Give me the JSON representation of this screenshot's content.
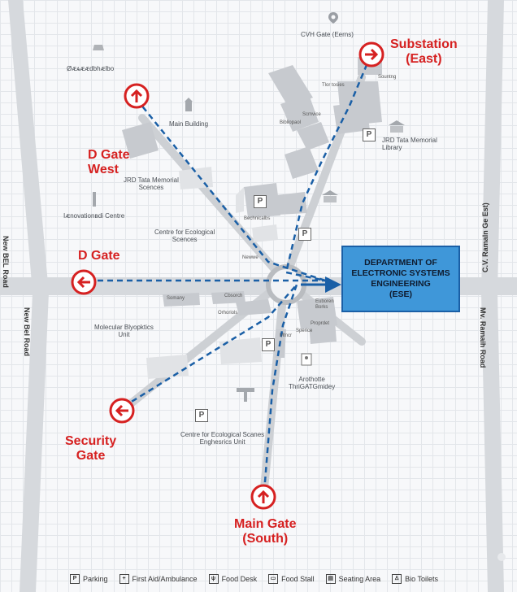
{
  "gates": {
    "substation": "Substation\n(East)",
    "d_gate_west": "D Gate\nWest",
    "d_gate": "D Gate",
    "security_gate": "Security\nGate",
    "main_gate": "Main Gate\n(South)"
  },
  "destination": {
    "line1": "DEPARTMENT OF",
    "line2": "ELECTRONIC SYSTEMS",
    "line3": "ENGINEERING",
    "line4": "(ESE)"
  },
  "roads": {
    "left_top": "New BEL Road",
    "left_bottom": "New Bel Road",
    "right_top": "C.V. Ramaln Ge Est)",
    "right_bottom": "Mv. Ramaih Road"
  },
  "places": {
    "cvh_gate": "CVH Gate (Eerns)",
    "top_left": "Øᴁѧᴁᴁdbhᴁlbo",
    "main_building": "Main Building",
    "jrd_right": "JRD Tata Memorial\nLibrary",
    "jrd_left": "JRD Tata Memorial\nScences",
    "innovation": "Iᴁnovationвdi Centre",
    "centre_ecological": "Centre for Ecological\nScences",
    "molecular": "Molecular Blyopktics\nUnit",
    "archotte": "Arothotte\nThriGATGmidey",
    "ces_unit": "Centre for Ecological Scanes\nEnghesrics Unit",
    "tiny_tlm": "Tlor tosies",
    "tiny_sounting": "Sountng",
    "tiny_biblio": "Bibliopaol",
    "tiny_bechnicalbs": "Bechnicalbs",
    "tiny_scm": "Scmvice",
    "tiny_somany": "Somany",
    "tiny_cbsorch": "Cbsorch",
    "tiny_orhoriols": "Orhoriols",
    "tiny_euboren": "Euboren\nBorks",
    "tiny_prrdet": "Proprdet",
    "tiny_sperice": "Sperice",
    "tiny_newwe": "Newwe",
    "tiny_morcr": "Mtncr"
  },
  "legend": [
    {
      "icon": "parking-icon",
      "symbol": "P",
      "label": "Parking"
    },
    {
      "icon": "first-aid-icon",
      "symbol": "+",
      "label": "First Aid/Ambulance"
    },
    {
      "icon": "food-desk-icon",
      "symbol": "ψ",
      "label": "Food Desk"
    },
    {
      "icon": "food-stall-icon",
      "symbol": "▭",
      "label": "Food Stall"
    },
    {
      "icon": "seating-area-icon",
      "symbol": "▤",
      "label": "Seating Area"
    },
    {
      "icon": "bio-toilets-icon",
      "symbol": "♙",
      "label": "Bio Toilets"
    }
  ],
  "colors": {
    "gate_red": "#d62121",
    "route_blue": "#1a5fa6",
    "ese_fill": "#3f97d9",
    "road_gray": "#cfd2d6"
  }
}
